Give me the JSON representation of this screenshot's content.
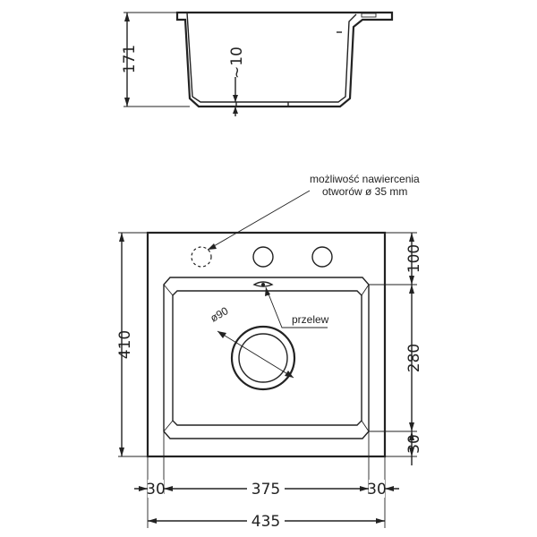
{
  "section_view": {
    "height_label": "171",
    "wall_label": "~10"
  },
  "plan_view": {
    "note_line1": "możliwość nawiercenia",
    "note_line2": "otworów ø 35 mm",
    "overflow_label": "przelew",
    "drain_label": "ø90",
    "height_total_label": "410",
    "right_top_label": "100",
    "right_mid_label": "280",
    "right_bottom_label": "30",
    "bottom_left_label": "30",
    "bottom_mid_label": "375",
    "bottom_right_label": "30",
    "bottom_total_label": "435"
  }
}
